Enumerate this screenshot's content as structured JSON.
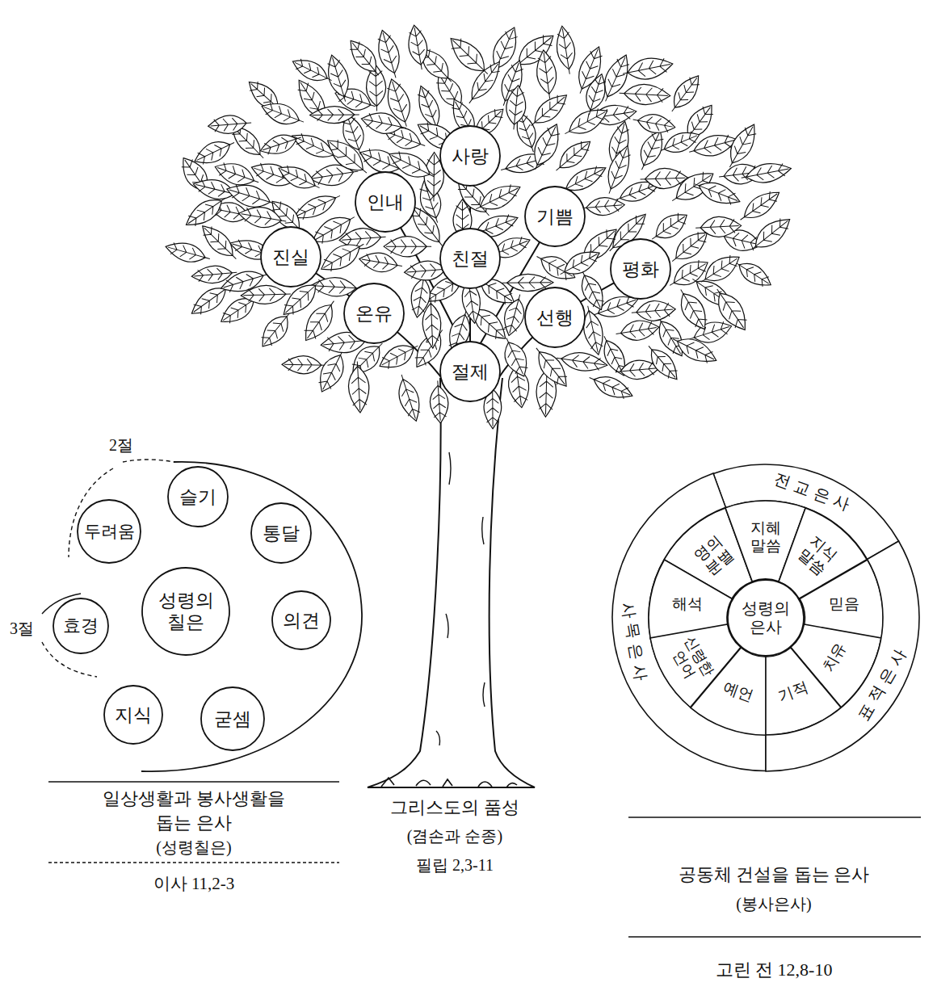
{
  "diagram": {
    "nodes": [
      {
        "text": [
          "사랑"
        ]
      },
      {
        "text": [
          "인내"
        ]
      },
      {
        "text": [
          "기쁨"
        ]
      },
      {
        "text": [
          "진실"
        ]
      },
      {
        "text": [
          "친절"
        ]
      },
      {
        "text": [
          "평화"
        ]
      },
      {
        "text": [
          "온유"
        ]
      },
      {
        "text": [
          "선행"
        ]
      },
      {
        "text": [
          "절제"
        ]
      },
      {
        "text": [
          "두려움"
        ]
      },
      {
        "text": [
          "슬기"
        ]
      },
      {
        "text": [
          "통달"
        ]
      },
      {
        "text": [
          "효경"
        ]
      },
      {
        "text": [
          "성령의 칠은"
        ]
      },
      {
        "text": [
          "의견"
        ]
      },
      {
        "text": [
          "지식"
        ]
      },
      {
        "text": [
          "굳셈"
        ]
      },
      {
        "text": [
          "전교은사"
        ]
      },
      {
        "text": [
          "영의 분별"
        ]
      },
      {
        "text": [
          "지혜 말씀"
        ]
      },
      {
        "text": [
          "지식 말씀"
        ]
      },
      {
        "text": [
          "사목은사"
        ]
      },
      {
        "text": [
          "해석"
        ]
      },
      {
        "text": [
          "성령의 은사"
        ]
      },
      {
        "text": [
          "믿음"
        ]
      },
      {
        "text": [
          "신령한 언어"
        ]
      },
      {
        "text": [
          "치유"
        ]
      },
      {
        "text": [
          "예언"
        ]
      },
      {
        "text": [
          "기적"
        ]
      },
      {
        "text": [
          "표적은사"
        ]
      }
    ],
    "labels": [
      "2절",
      "3절",
      "그리스도의 품성",
      "(겸손과 순종)",
      "필립 2,3-11",
      "일상생활과 봉사생활을 돕는 은사",
      "(성령칠은)",
      "이사 11,2-3",
      "공동체 건설을 돕는 은사",
      "(봉사은사)",
      "고린 전 12,8-10"
    ]
  }
}
